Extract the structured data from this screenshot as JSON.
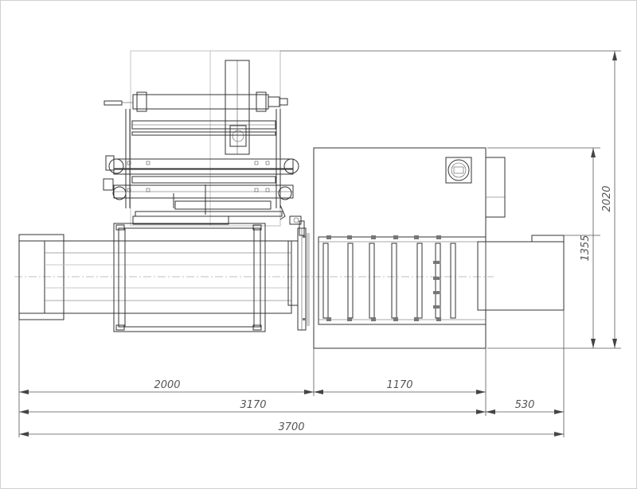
{
  "drawing": {
    "background": "#ffffff",
    "line_color": "#333333",
    "dimension_color": "#555555"
  },
  "dimensions": {
    "horizontal": [
      {
        "label": "2000"
      },
      {
        "label": "1170"
      },
      {
        "label": "3170"
      },
      {
        "label": "530"
      },
      {
        "label": "3700"
      }
    ],
    "vertical": [
      {
        "label": "1355"
      },
      {
        "label": "2020"
      }
    ]
  }
}
